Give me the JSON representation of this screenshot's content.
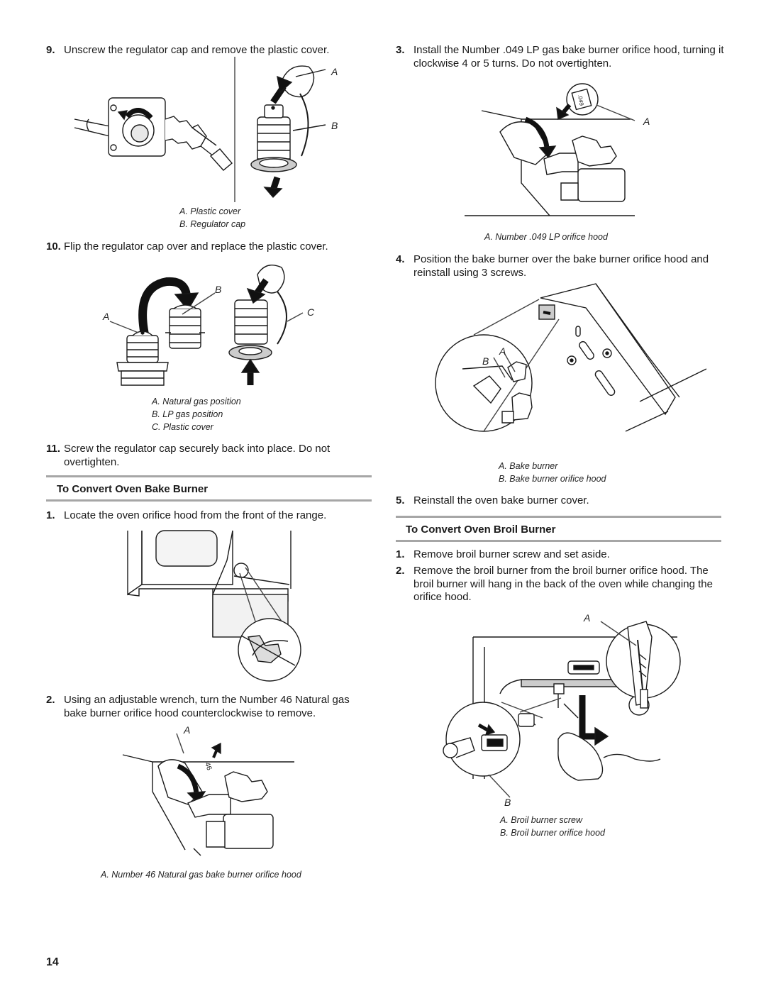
{
  "left": {
    "step9": {
      "num": "9.",
      "text": "Unscrew the regulator cap and remove the plastic cover."
    },
    "fig1": {
      "labels": [
        "A",
        "B"
      ],
      "captions": [
        "A. Plastic cover",
        "B. Regulator cap"
      ]
    },
    "step10": {
      "num": "10.",
      "text": "Flip the regulator cap over and replace the plastic cover."
    },
    "fig2": {
      "labels": [
        "A",
        "B",
        "C"
      ],
      "captions": [
        "A. Natural gas position",
        "B. LP gas position",
        "C. Plastic cover"
      ]
    },
    "step11": {
      "num": "11.",
      "text": "Screw the regulator cap securely back into place. Do not overtighten."
    },
    "section": {
      "heading": "To Convert Oven Bake Burner"
    },
    "bake_step1": {
      "num": "1.",
      "text": "Locate the oven orifice hood from the front of the range."
    },
    "bake_step2": {
      "num": "2.",
      "text": "Using an adjustable wrench, turn the Number 46 Natural gas bake burner orifice hood counterclockwise to remove."
    },
    "fig4": {
      "labels": [
        "A"
      ],
      "marking": "46",
      "captions": [
        "A. Number 46 Natural gas bake burner orifice hood"
      ]
    }
  },
  "right": {
    "bake_step3": {
      "num": "3.",
      "text": "Install the Number .049 LP gas bake burner orifice hood, turning it clockwise 4 or 5 turns. Do not overtighten."
    },
    "fig5": {
      "labels": [
        "A"
      ],
      "marking": ".049",
      "captions": [
        "A. Number .049 LP orifice hood"
      ]
    },
    "bake_step4": {
      "num": "4.",
      "text": "Position the bake burner over the bake burner orifice hood and reinstall using 3 screws."
    },
    "fig6": {
      "labels": [
        "A",
        "B"
      ],
      "captions": [
        "A. Bake burner",
        "B. Bake burner orifice hood"
      ]
    },
    "bake_step5": {
      "num": "5.",
      "text": "Reinstall the oven bake burner cover."
    },
    "section": {
      "heading": "To Convert Oven Broil Burner"
    },
    "broil_step1": {
      "num": "1.",
      "text": "Remove broil burner screw and set aside."
    },
    "broil_step2": {
      "num": "2.",
      "text": "Remove the broil burner from the broil burner orifice hood. The broil burner will hang in the back of the oven while changing the orifice hood."
    },
    "fig7": {
      "labels": [
        "A",
        "B"
      ],
      "captions": [
        "A. Broil burner screw",
        "B. Broil burner orifice hood"
      ]
    }
  },
  "page_number": "14"
}
